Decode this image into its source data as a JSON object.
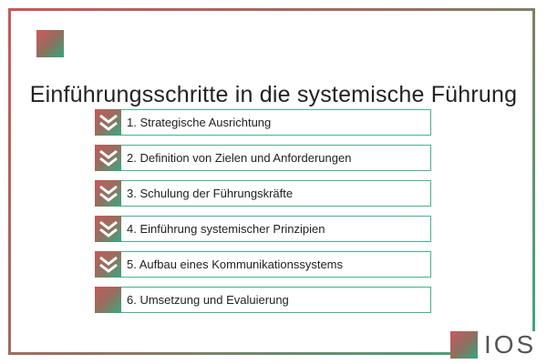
{
  "title": "Einführungsschritte in die systemische Führung",
  "steps": [
    {
      "label": "1. Strategische Ausrichtung",
      "icon": "double-chevron-down-icon"
    },
    {
      "label": "2. Definition von Zielen und Anforderungen",
      "icon": "double-chevron-down-icon"
    },
    {
      "label": "3. Schulung der Führungskräfte",
      "icon": "double-chevron-down-icon"
    },
    {
      "label": "4. Einführung systemischer Prinzipien",
      "icon": "double-chevron-down-icon"
    },
    {
      "label": "5. Aufbau eines Kommunikationssystems",
      "icon": "double-chevron-down-icon"
    },
    {
      "label": "6. Umsetzung und Evaluierung",
      "icon": "none"
    }
  ],
  "logo": {
    "text": "IOS"
  },
  "colors": {
    "accent_green": "#49b28a",
    "accent_red": "#c9585b",
    "text": "#222222"
  }
}
